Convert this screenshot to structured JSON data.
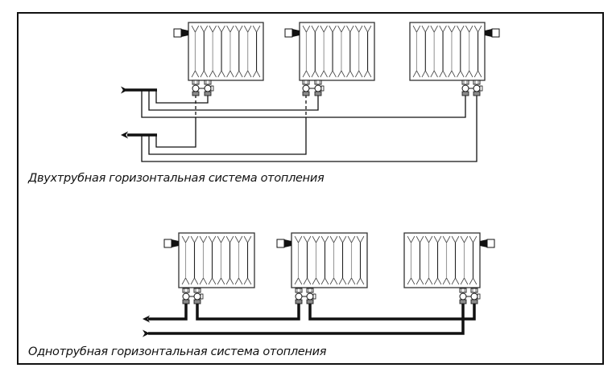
{
  "colors": {
    "line": "#111111",
    "fin": "#9a9a9a",
    "valve_fill": "#8a8a8a",
    "background": "#ffffff"
  },
  "diagrams": [
    {
      "id": "two-pipe",
      "caption": "Двухтрубная горизонтальная система отопления",
      "radiator_count": 3,
      "radiators": [
        {
          "thermostat_side": "left",
          "fins": 8
        },
        {
          "thermostat_side": "left",
          "fins": 8
        },
        {
          "thermostat_side": "right",
          "fins": 8
        }
      ],
      "flows": [
        {
          "label": "supply",
          "direction": "in",
          "icon": "arrow-right-icon"
        },
        {
          "label": "return",
          "direction": "out",
          "icon": "arrow-left-icon"
        }
      ]
    },
    {
      "id": "one-pipe",
      "caption": "Однотрубная горизонтальная система отопления",
      "radiator_count": 3,
      "radiators": [
        {
          "thermostat_side": "left",
          "fins": 8
        },
        {
          "thermostat_side": "left",
          "fins": 8
        },
        {
          "thermostat_side": "right",
          "fins": 8
        }
      ],
      "flows": [
        {
          "label": "return",
          "direction": "out",
          "icon": "arrow-left-icon"
        },
        {
          "label": "supply",
          "direction": "in",
          "icon": "arrow-right-icon"
        }
      ]
    }
  ]
}
